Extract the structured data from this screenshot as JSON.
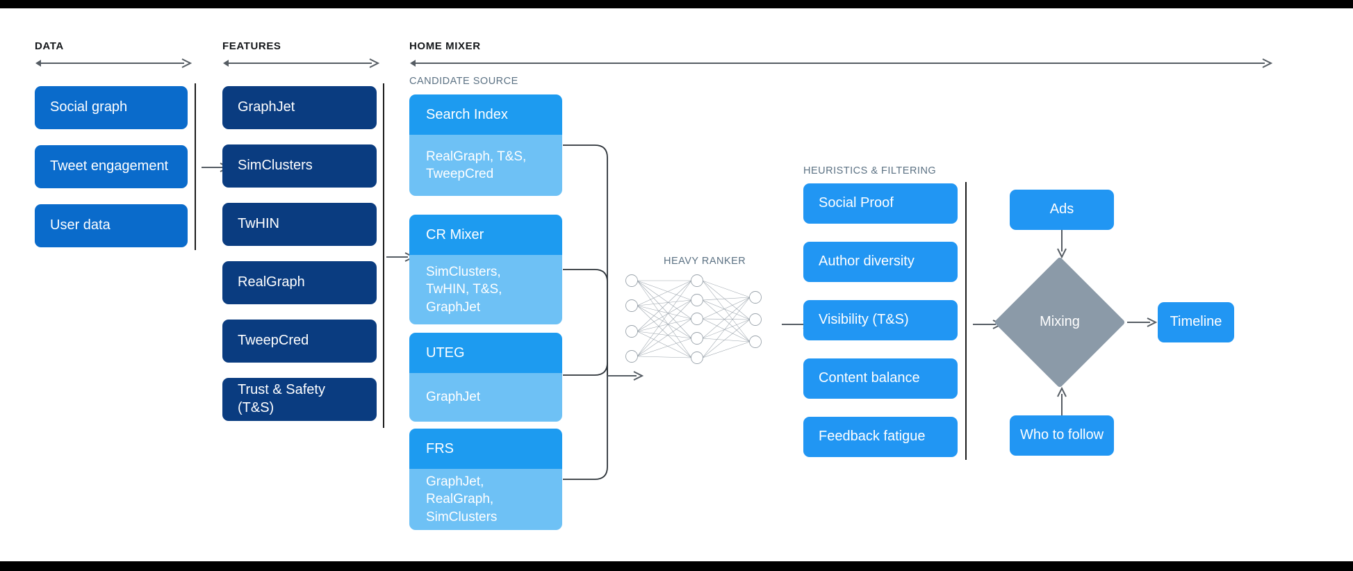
{
  "phases": [
    {
      "id": "data",
      "label": "DATA"
    },
    {
      "id": "features",
      "label": "FEATURES"
    },
    {
      "id": "home_mixer",
      "label": "HOME MIXER"
    }
  ],
  "section_labels": {
    "candidate_source": "CANDIDATE SOURCE",
    "heavy_ranker": "HEAVY RANKER",
    "heuristics": "HEURISTICS & FILTERING"
  },
  "data_column": {
    "items": [
      {
        "label": "Social graph"
      },
      {
        "label": "Tweet engagement"
      },
      {
        "label": "User data"
      }
    ]
  },
  "features_column": {
    "items": [
      {
        "label": "GraphJet"
      },
      {
        "label": "SimClusters"
      },
      {
        "label": "TwHIN"
      },
      {
        "label": "RealGraph"
      },
      {
        "label": "TweepCred"
      },
      {
        "label": "Trust & Safety (T&S)"
      }
    ]
  },
  "candidate_sources": [
    {
      "name": "Search Index",
      "features": "RealGraph, T&S, TweepCred"
    },
    {
      "name": "CR Mixer",
      "features": "SimClusters, TwHIN, T&S, GraphJet"
    },
    {
      "name": "UTEG",
      "features": "GraphJet"
    },
    {
      "name": "FRS",
      "features": "GraphJet, RealGraph, SimClusters"
    }
  ],
  "heavy_ranker": {
    "title": "HEAVY RANKER",
    "layers": [
      4,
      5,
      3
    ]
  },
  "heuristics_column": {
    "items": [
      {
        "label": "Social Proof"
      },
      {
        "label": "Author diversity"
      },
      {
        "label": "Visibility (T&S)"
      },
      {
        "label": "Content balance"
      },
      {
        "label": "Feedback fatigue"
      }
    ]
  },
  "output_stage": {
    "ads": "Ads",
    "mixing": "Mixing",
    "who_to_follow": "Who to follow",
    "timeline": "Timeline"
  },
  "colors": {
    "data_blue": "#0a6bcb",
    "feature_navy": "#0a3c80",
    "source_head": "#1d9bf0",
    "source_body": "#6ec1f5",
    "filter_blue": "#2196f3",
    "mixing_gray": "#8b9aa8",
    "arrow_gray": "#555c63",
    "label_gray": "#5b7183",
    "background": "#ffffff",
    "letterbox": "#000000"
  }
}
